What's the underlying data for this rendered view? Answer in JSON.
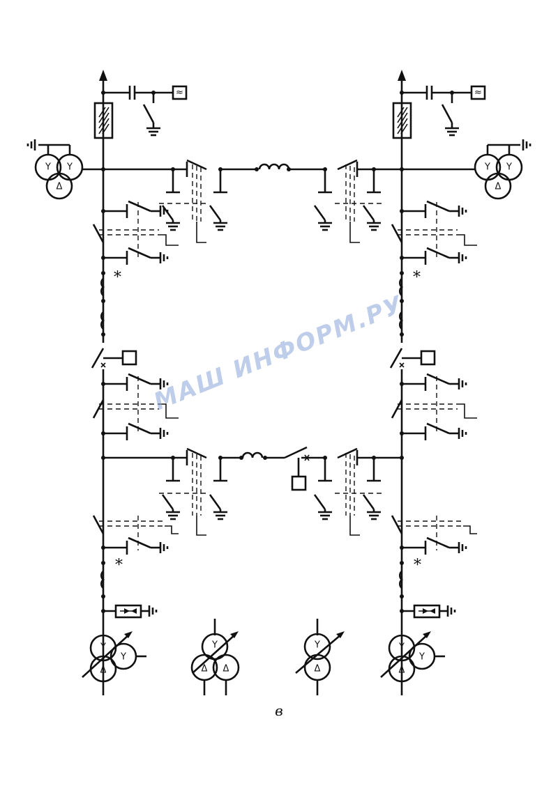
{
  "caption": "в",
  "watermark": "МАШ ИНФОРМ.РУ",
  "marks": {
    "asterisk": "*",
    "filter_symbol": "≈",
    "wye": "Y",
    "delta": "Δ"
  },
  "colors": {
    "line": "#111111",
    "watermark": "#8aa6d8",
    "background": "#ffffff"
  }
}
